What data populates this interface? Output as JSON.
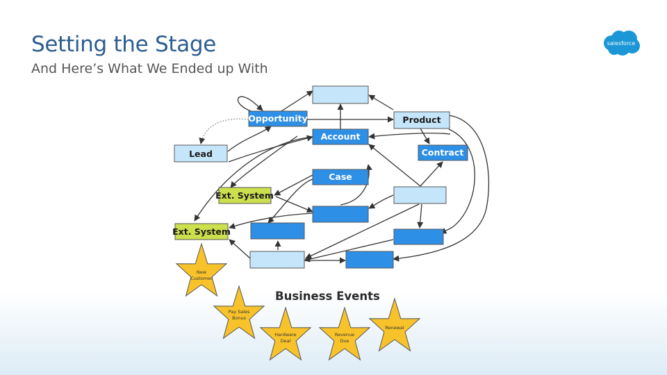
{
  "slide": {
    "title": "Setting the Stage",
    "subtitle": "And Here’s What We Ended up With",
    "logo_text": "salesforce"
  },
  "diagram": {
    "nodes": {
      "opportunity": "Opportunity",
      "product": "Product",
      "account": "Account",
      "contract": "Contract",
      "lead": "Lead",
      "case": "Case",
      "ext_system_1": "Ext. System",
      "ext_system_2": "Ext. System"
    },
    "business_events_label": "Business Events",
    "stars": [
      [
        "New",
        "Customer"
      ],
      [
        "Pay Sales",
        "Bonus"
      ],
      [
        "Hardware",
        "Deal"
      ],
      [
        "Revenue",
        "Due"
      ],
      [
        "Renewal"
      ]
    ]
  },
  "colors": {
    "dark_blue": "#2e8fe6",
    "light_blue": "#c5e6fa",
    "green": "#cce04e",
    "star": "#f8c32a",
    "title": "#2b5c8f",
    "logo": "#1b96d6"
  }
}
